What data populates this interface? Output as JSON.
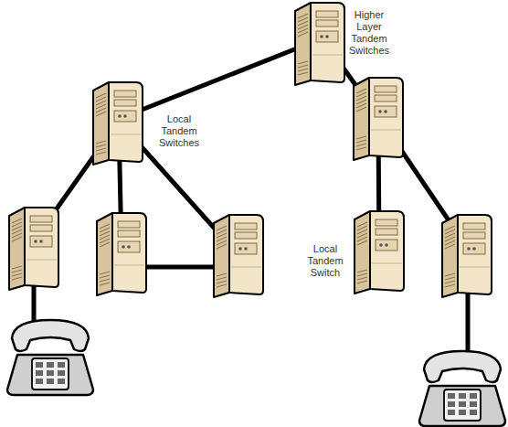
{
  "diagram": {
    "labels": [
      "Higher Layer Tandem Switches",
      "Local Tandem Switches",
      "Local Tandem Switch"
    ]
  }
}
